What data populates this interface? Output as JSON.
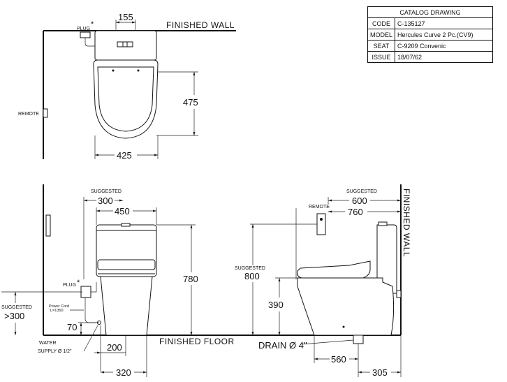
{
  "catalog": {
    "header": "CATALOG DRAWING",
    "rows": [
      {
        "key": "CODE",
        "value": "C-135127"
      },
      {
        "key": "MODEL",
        "value": "Hercules Curve 2 Pc.(CV9)"
      },
      {
        "key": "SEAT",
        "value": "C-9209 Convenic"
      },
      {
        "key": "ISSUE",
        "value": "18/07/62"
      }
    ]
  },
  "top_view": {
    "plug_label": "PLUG",
    "asterisk": "*",
    "wall_label": "FINISHED WALL",
    "dim_width_outlet": "155",
    "dim_depth": "475",
    "dim_width": "425",
    "remote_label": "REMOTE"
  },
  "front_view": {
    "suggested_label": "SUGGESTED",
    "dim_side_clearance": "300",
    "dim_width": "450",
    "dim_height": "780",
    "plug_label": "PLUG",
    "asterisk": "*",
    "power_cord_label": "Power Cord",
    "power_cord_length": "L=1350",
    "left_suggested_label": "SUGGESTED",
    "left_dim": ">300",
    "dim_water_height": "70",
    "water_label": "WATER",
    "water_supply_label": "SUPPLY Ø 1/2\"",
    "dim_200": "200",
    "dim_320": "320",
    "floor_label": "FINISHED FLOOR"
  },
  "side_view": {
    "suggested_label_top": "SUGGESTED",
    "dim_front_clearance": "600",
    "remote_label": "REMOTE",
    "dim_length": "760",
    "suggested_label_left": "SUGGESTED",
    "dim_remote_height": "800",
    "dim_seat_height": "390",
    "drain_label": "DRAIN Ø 4\"",
    "dim_560": "560",
    "dim_305": "305",
    "wall_label": "FINISHED WALL"
  }
}
